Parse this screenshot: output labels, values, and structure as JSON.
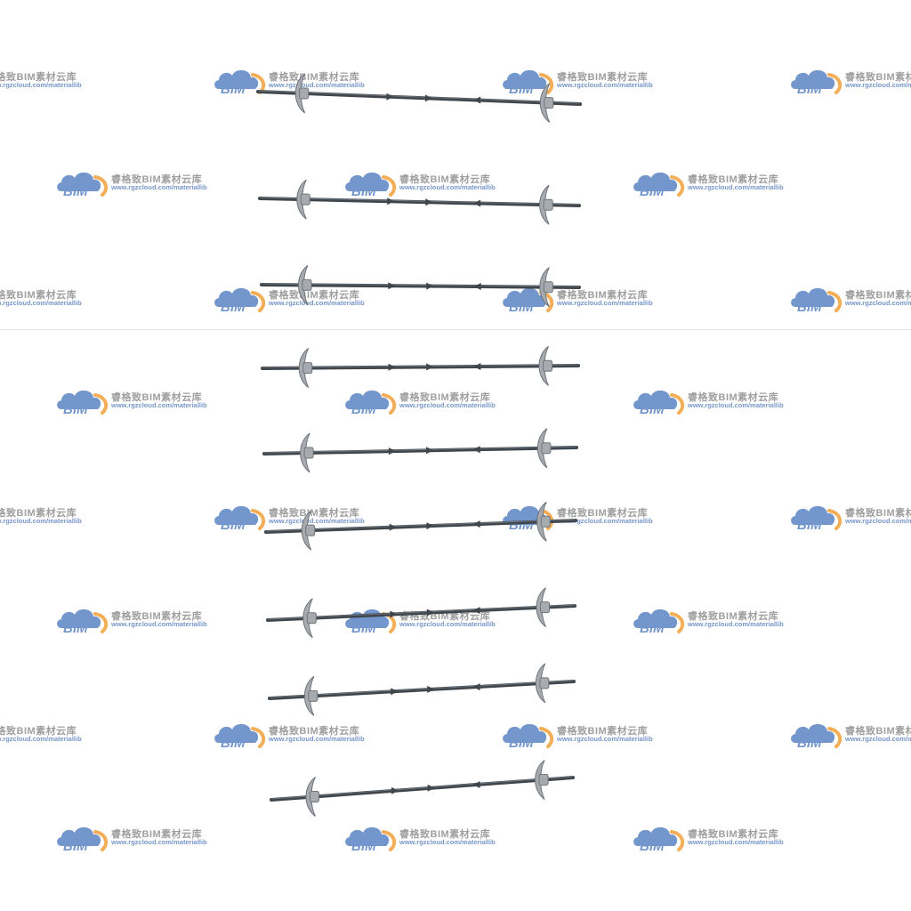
{
  "watermark": {
    "logo_text": "BIM",
    "brand_cn": "睿格致BIM素材云库",
    "url": "www.rgzcloud.com/materiallib",
    "colors": {
      "cloud": "#5b86c5",
      "arc": "#f2a13a",
      "cn_text": "#8f8f8f",
      "url_text": "#5f84c0"
    }
  },
  "rods": {
    "count": 9,
    "colors": {
      "bar": "#3f464c",
      "bar_highlight": "#6b747b",
      "waterstop": "#a7abb0",
      "waterstop_edge": "#6f757b"
    }
  }
}
